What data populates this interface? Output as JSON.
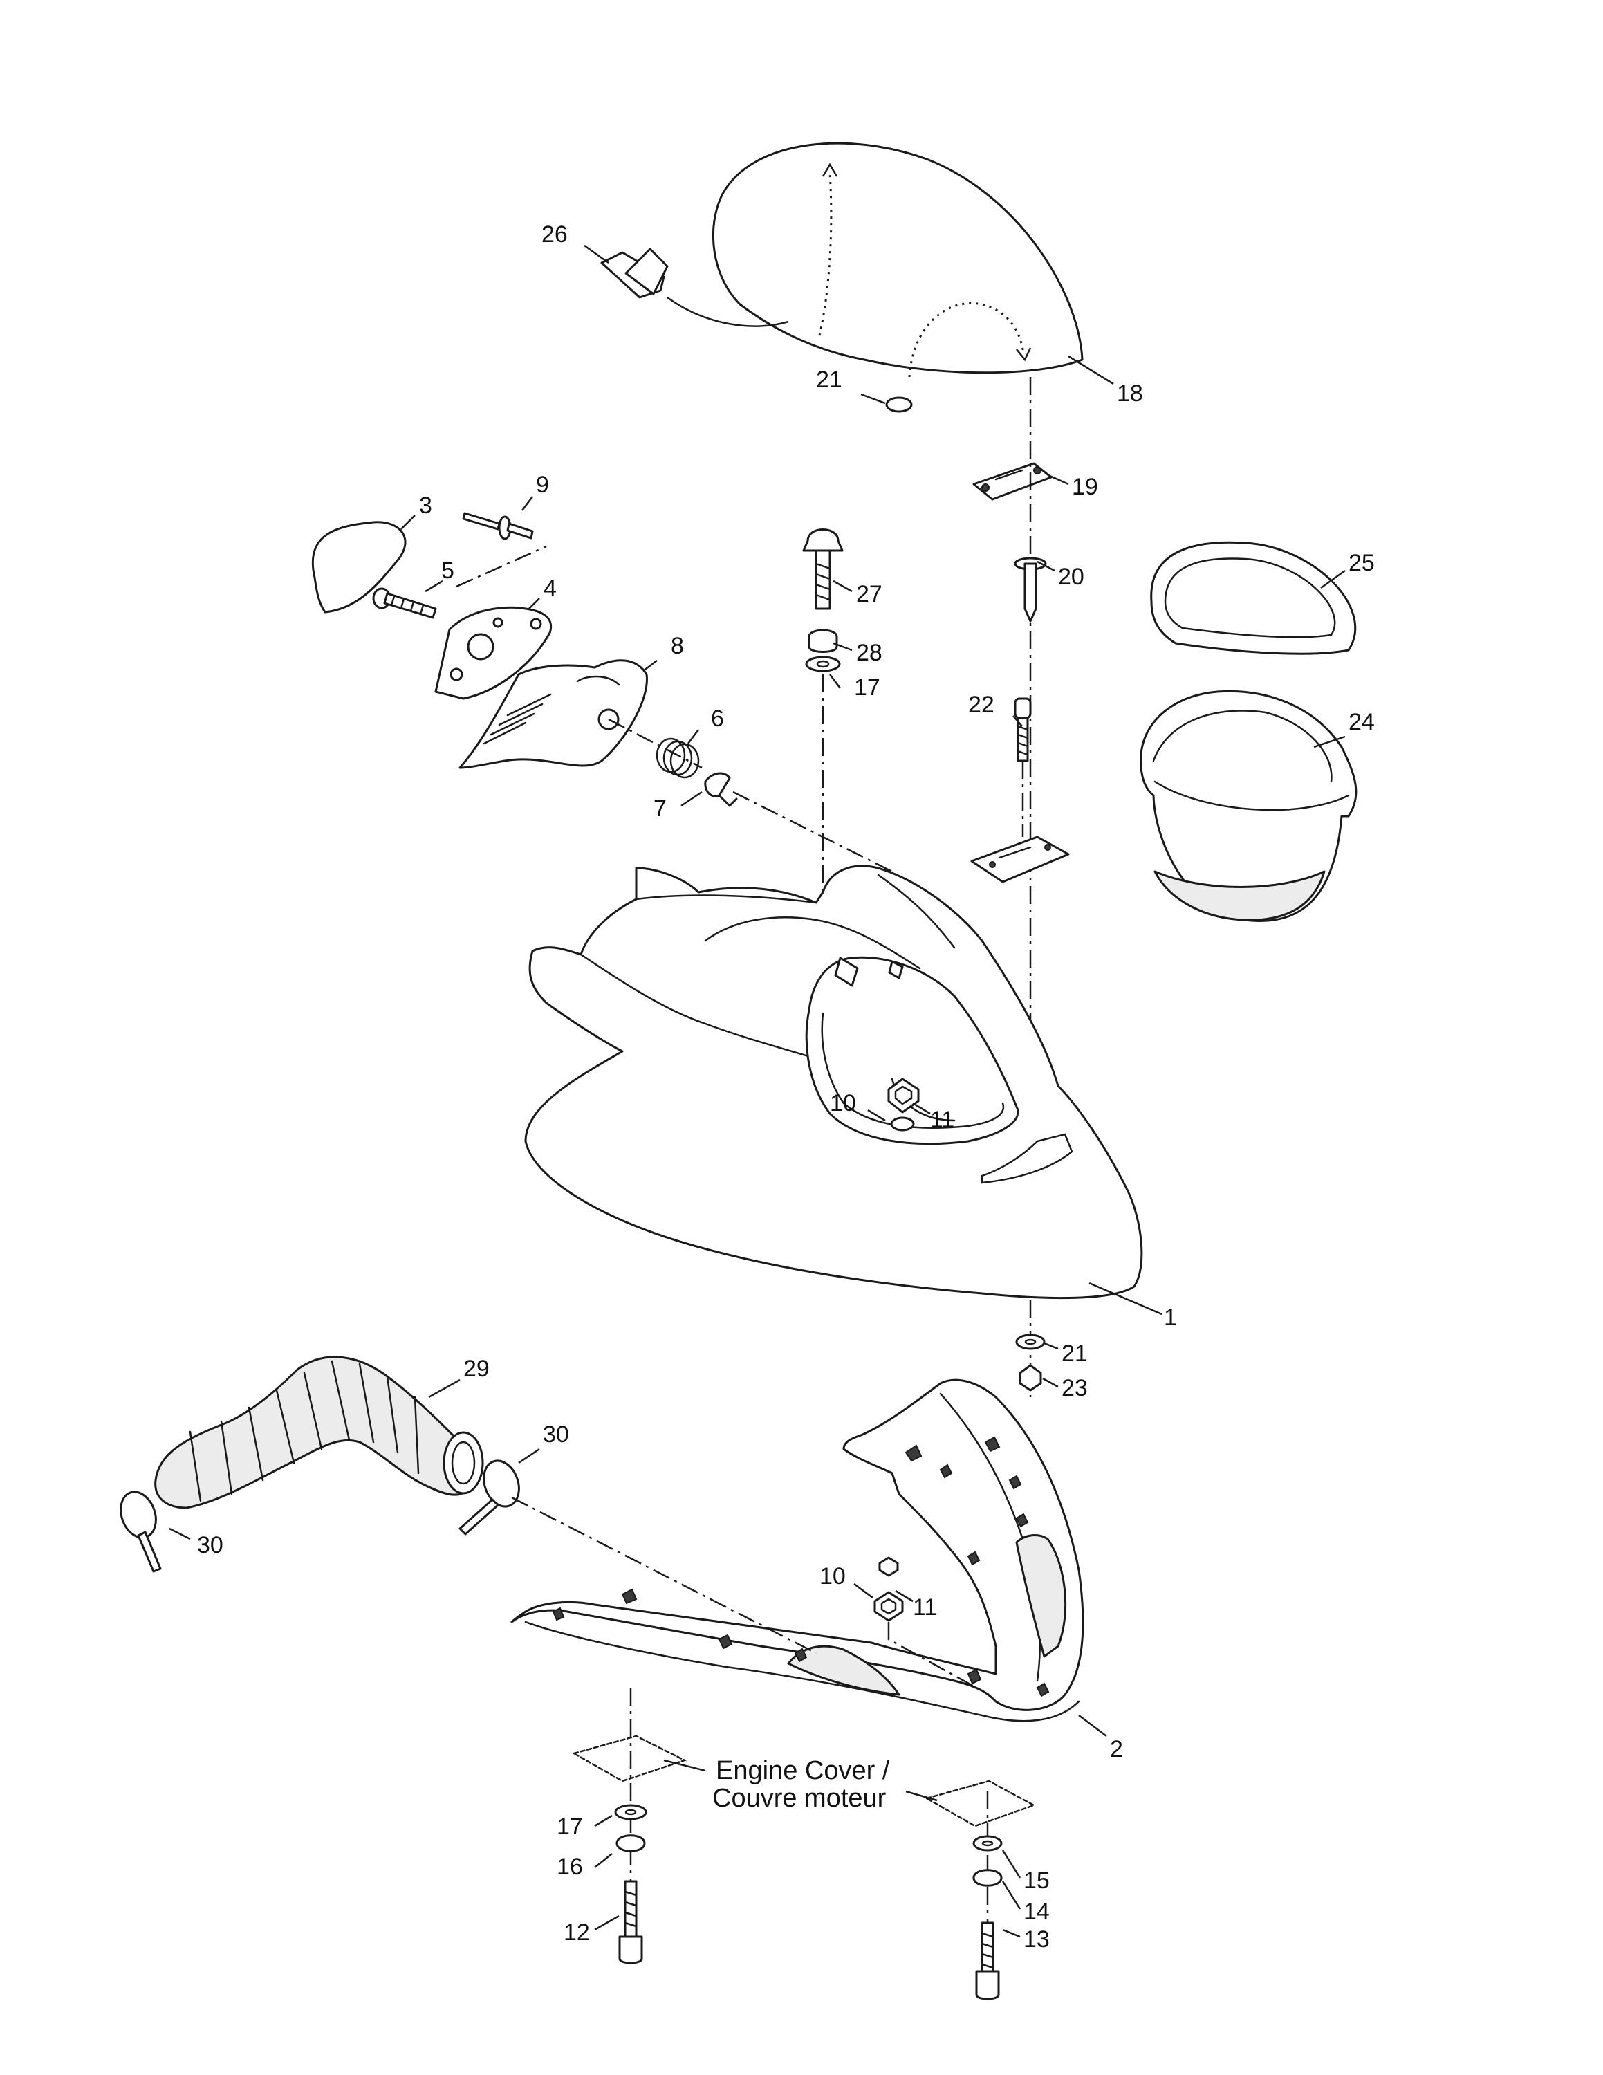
{
  "callouts": [
    {
      "id": "c1",
      "text": "1"
    },
    {
      "id": "c2",
      "text": "2"
    },
    {
      "id": "c3",
      "text": "3"
    },
    {
      "id": "c4",
      "text": "4"
    },
    {
      "id": "c5",
      "text": "5"
    },
    {
      "id": "c6",
      "text": "6"
    },
    {
      "id": "c7",
      "text": "7"
    },
    {
      "id": "c8",
      "text": "8"
    },
    {
      "id": "c9",
      "text": "9"
    },
    {
      "id": "c10a",
      "text": "10"
    },
    {
      "id": "c10b",
      "text": "10"
    },
    {
      "id": "c11a",
      "text": "11"
    },
    {
      "id": "c11b",
      "text": "11"
    },
    {
      "id": "c12",
      "text": "12"
    },
    {
      "id": "c13",
      "text": "13"
    },
    {
      "id": "c14",
      "text": "14"
    },
    {
      "id": "c15",
      "text": "15"
    },
    {
      "id": "c16",
      "text": "16"
    },
    {
      "id": "c17a",
      "text": "17"
    },
    {
      "id": "c17b",
      "text": "17"
    },
    {
      "id": "c18",
      "text": "18"
    },
    {
      "id": "c19",
      "text": "19"
    },
    {
      "id": "c20",
      "text": "20"
    },
    {
      "id": "c21a",
      "text": "21"
    },
    {
      "id": "c21b",
      "text": "21"
    },
    {
      "id": "c22",
      "text": "22"
    },
    {
      "id": "c23",
      "text": "23"
    },
    {
      "id": "c24",
      "text": "24"
    },
    {
      "id": "c25",
      "text": "25"
    },
    {
      "id": "c26",
      "text": "26"
    },
    {
      "id": "c27",
      "text": "27"
    },
    {
      "id": "c28",
      "text": "28"
    },
    {
      "id": "c29",
      "text": "29"
    },
    {
      "id": "c30a",
      "text": "30"
    },
    {
      "id": "c30b",
      "text": "30"
    }
  ],
  "note": {
    "line1": "Engine Cover /",
    "line2": "Couvre moteur"
  }
}
